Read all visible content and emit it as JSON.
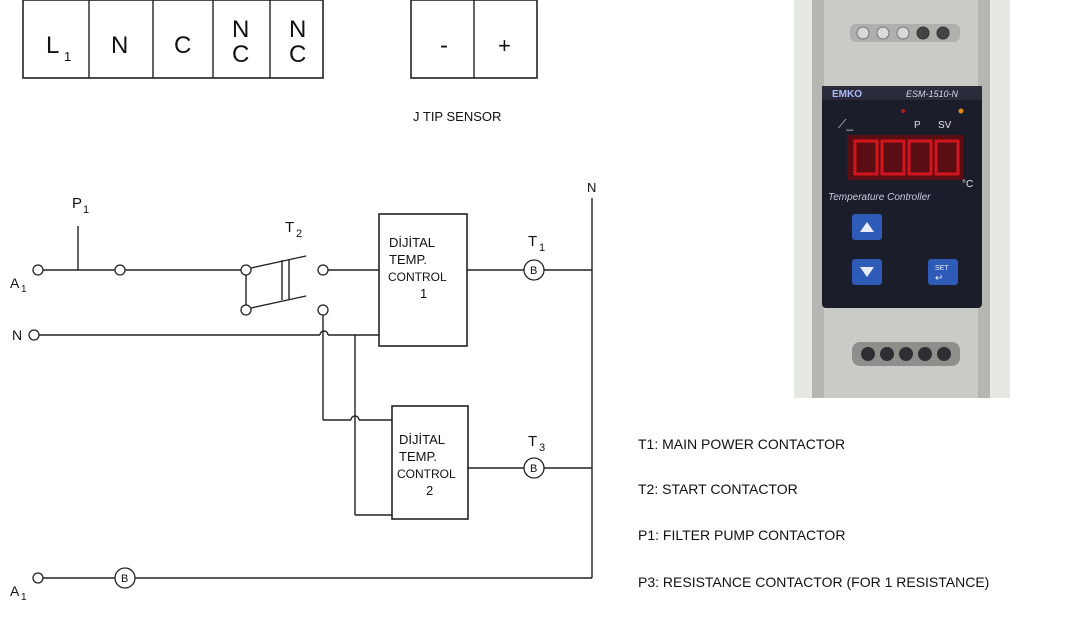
{
  "terminal_block_a": {
    "cells": [
      {
        "main": "L",
        "sub": "1"
      },
      {
        "main": "N",
        "sub": ""
      },
      {
        "main": "C",
        "sub": ""
      },
      {
        "main": "N",
        "main2": "C"
      },
      {
        "main": "N",
        "main2": "C"
      }
    ]
  },
  "terminal_block_b": {
    "cells": [
      "-",
      "+"
    ],
    "caption": "J TIP SENSOR"
  },
  "device_photo": {
    "brand": "EMKO",
    "model": "ESM-1510-N",
    "indicators": [
      "P",
      "SV"
    ],
    "unit": "°C",
    "label": "Temperature Controller",
    "set_key": "SET",
    "colors": {
      "body": "#c9cbc6",
      "panel": "#1b1d2a",
      "display": "#d3161e",
      "button": "#2e5bb8"
    }
  },
  "schematic": {
    "neutral_top": "N",
    "labels": {
      "p1": {
        "main": "P",
        "sub": "1"
      },
      "t2": {
        "main": "T",
        "sub": "2"
      },
      "t1": {
        "main": "T",
        "sub": "1"
      },
      "t3": {
        "main": "T",
        "sub": "3"
      },
      "a1_top": {
        "main": "A",
        "sub": "1"
      },
      "a1_bottom": {
        "main": "A",
        "sub": "1"
      },
      "n_left": "N"
    },
    "controller_1": {
      "lines": [
        "DİJİTAL",
        "TEMP.",
        "CONTROL",
        "1"
      ]
    },
    "controller_2": {
      "lines": [
        "DİJİTAL",
        "TEMP.",
        "CONTROL",
        "2"
      ]
    },
    "coil_label": "B"
  },
  "legend": [
    "T1: MAIN POWER CONTACTOR",
    "T2: START CONTACTOR",
    "P1: FILTER PUMP CONTACTOR",
    "P3: RESISTANCE CONTACTOR (FOR 1 RESISTANCE)"
  ]
}
